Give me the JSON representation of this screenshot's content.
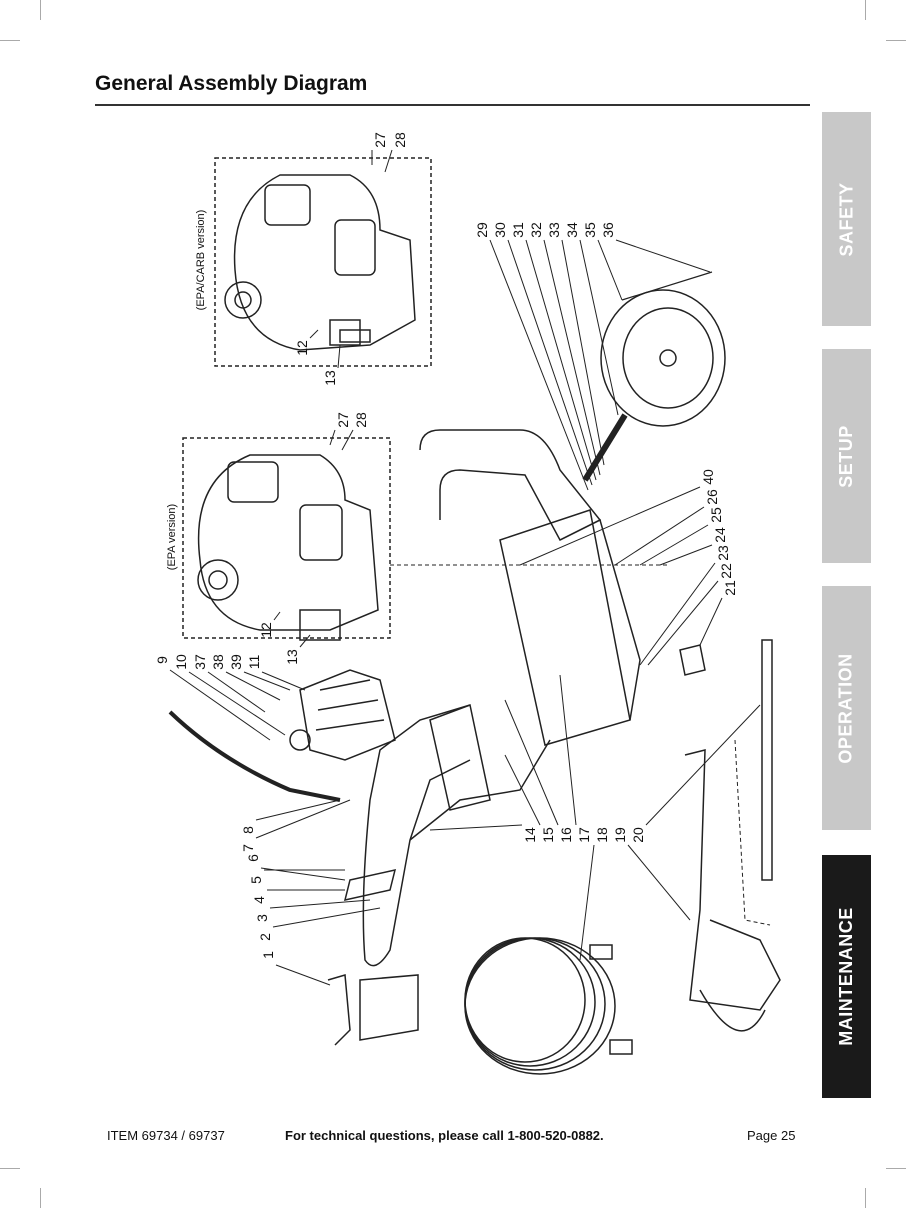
{
  "header": {
    "title": "General Assembly Diagram"
  },
  "tabs": [
    {
      "label": "SAFETY",
      "active": false
    },
    {
      "label": "SETUP",
      "active": false
    },
    {
      "label": "OPERATION",
      "active": false
    },
    {
      "label": "MAINTENANCE",
      "active": true
    }
  ],
  "diagram": {
    "captions": [
      "(EPA/CARB version)",
      "(EPA version)"
    ],
    "part_labels": [
      "27",
      "28",
      "12",
      "13",
      "27",
      "28",
      "12",
      "13",
      "9",
      "10",
      "37",
      "38",
      "39",
      "11",
      "29",
      "30",
      "31",
      "32",
      "33",
      "34",
      "35",
      "36",
      "40",
      "26",
      "25",
      "24",
      "23",
      "22",
      "21",
      "8",
      "7",
      "6",
      "5",
      "4",
      "3",
      "2",
      "1",
      "14",
      "15",
      "16",
      "17",
      "18",
      "19",
      "20"
    ]
  },
  "footer": {
    "item": "ITEM 69734 / 69737",
    "support": "For technical questions, please call 1-800-520-0882.",
    "page": "Page 25"
  }
}
